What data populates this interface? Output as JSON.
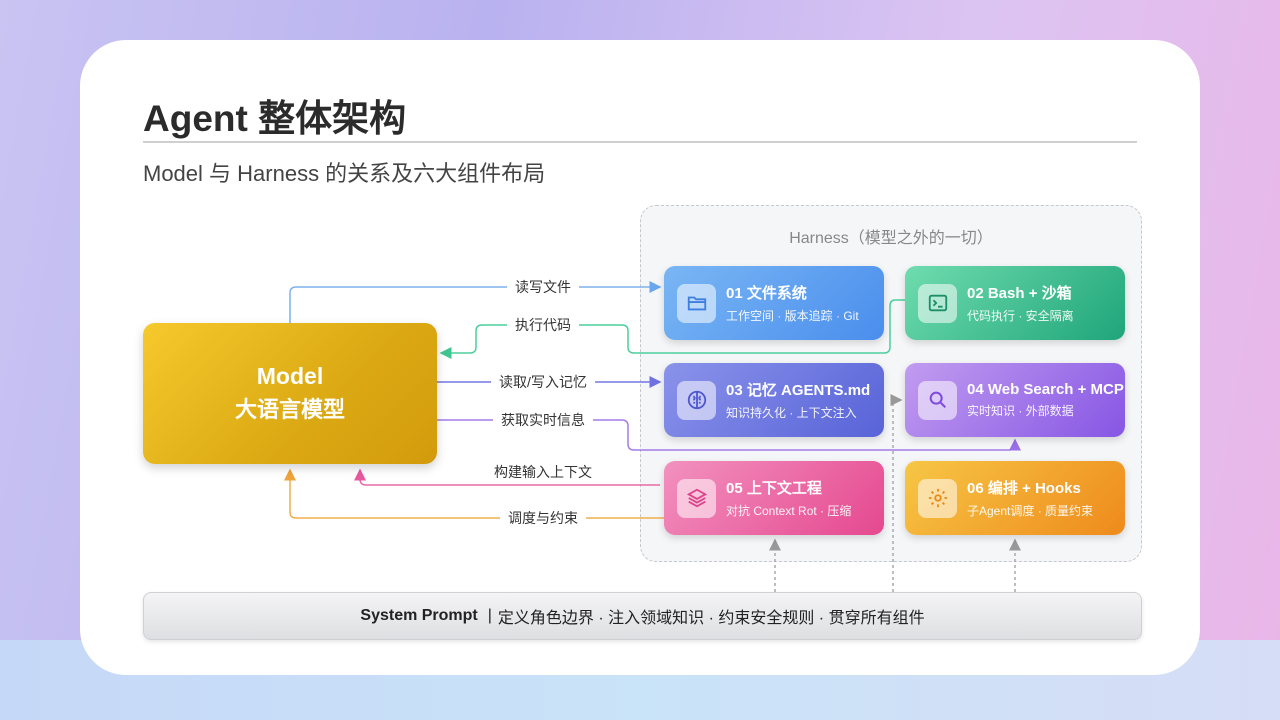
{
  "title": "Agent 整体架构",
  "subtitle": "Model 与 Harness 的关系及六大组件布局",
  "harness_label": "Harness（模型之外的一切）",
  "model": {
    "line1": "Model",
    "line2": "大语言模型"
  },
  "components": [
    {
      "title": "01 文件系统",
      "sub": "工作空间 · 版本追踪 · Git",
      "icon": "folder-icon",
      "color": "#4a90ee"
    },
    {
      "title": "02 Bash + 沙箱",
      "sub": "代码执行 · 安全隔离",
      "icon": "terminal-icon",
      "color": "#25a87a"
    },
    {
      "title": "03 记忆 AGENTS.md",
      "sub": "知识持久化 · 上下文注入",
      "icon": "brain-icon",
      "color": "#5b6ad8"
    },
    {
      "title": "04 Web Search + MCP",
      "sub": "实时知识 · 外部数据",
      "icon": "search-icon",
      "color": "#8b5ae6"
    },
    {
      "title": "05 上下文工程",
      "sub": "对抗 Context Rot · 压缩",
      "icon": "layers-icon",
      "color": "#e74a96"
    },
    {
      "title": "06 编排 + Hooks",
      "sub": "子Agent调度 · 质量约束",
      "icon": "gear-icon",
      "color": "#ef9220"
    }
  ],
  "connections": [
    "读写文件",
    "执行代码",
    "读取/写入记忆",
    "获取实时信息",
    "构建输入上下文",
    "调度与约束"
  ],
  "system_prompt": {
    "label": "System Prompt",
    "separator": "|",
    "text": "定义角色边界 · 注入领域知识 · 约束安全规则 · 贯穿所有组件"
  }
}
